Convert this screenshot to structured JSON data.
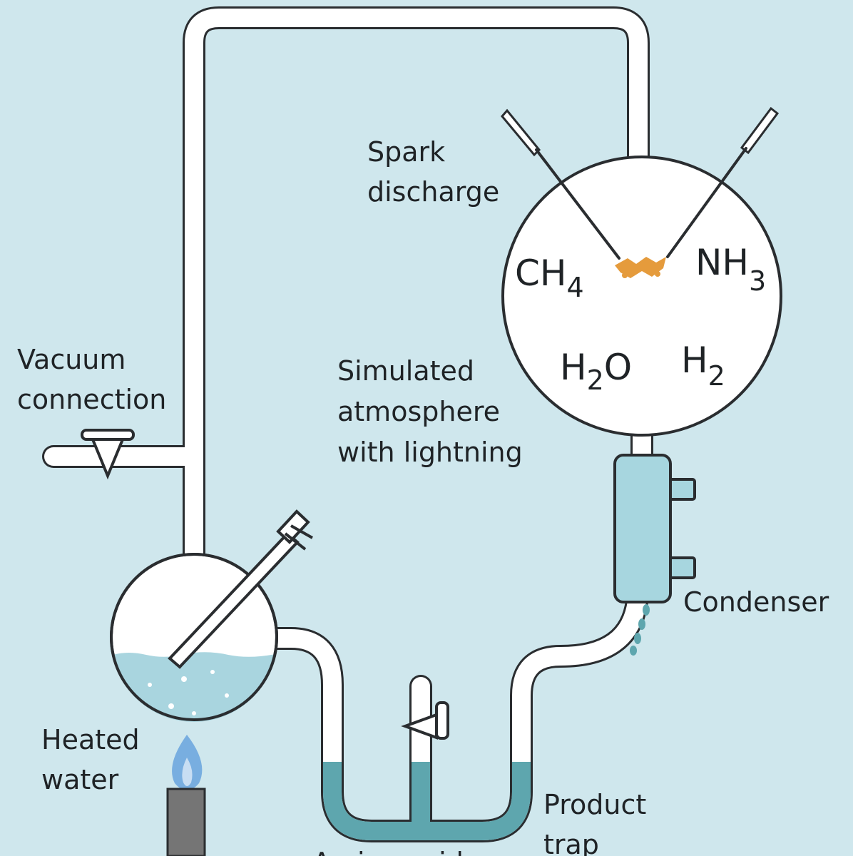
{
  "labels": {
    "spark_discharge": [
      "Spark",
      "discharge"
    ],
    "vacuum_connection": [
      "Vacuum",
      "connection"
    ],
    "simulated_atmosphere": [
      "Simulated",
      "atmosphere",
      "with lightning"
    ],
    "condenser": "Condenser",
    "heated_water": [
      "Heated",
      "water"
    ],
    "product_trap": [
      "Product",
      "trap"
    ],
    "cut_off_label": "Amino acids"
  },
  "gases": [
    {
      "base": "CH",
      "sub": "4"
    },
    {
      "base": "NH",
      "sub": "3"
    },
    {
      "pre": "H",
      "sub": "2",
      "post": "O"
    },
    {
      "base": "H",
      "sub": "2"
    }
  ],
  "colors": {
    "background": "#cfe7ed",
    "glass": "#ffffff",
    "outline": "#2a2d30",
    "water": "#a9d5df",
    "trap_liquid": "#5ea6ae",
    "condenser": "#a7d6df",
    "spark": "#e59b3c",
    "flame": "#78aee0",
    "burner": "#757575"
  },
  "icons": [
    "stopcock-icon",
    "spark-icon",
    "flame-icon",
    "burner-icon"
  ]
}
